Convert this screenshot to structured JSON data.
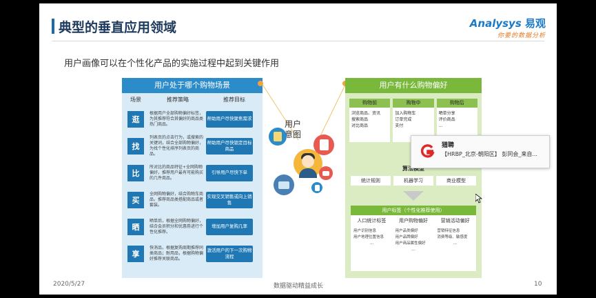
{
  "slide": {
    "title": "典型的垂直应用领域",
    "logo": {
      "brand": "nalysys",
      "brand_prefix": "A",
      "brand_cn": "易观",
      "tagline": "你要的数据分析"
    },
    "subtitle": "用户画像可以在个性化产品的实施过程中起到关键作用",
    "left_panel": {
      "header": "用户处于哪个购物场景",
      "columns": [
        "场景",
        "推荐策略",
        "推荐目标"
      ],
      "rows": [
        {
          "scene": "逛",
          "strategy": "根据用户全部购物偏好标签，为其推荐符合其偏好的商品类热门商品。",
          "goal": "帮助用户尽快聚焦需求"
        },
        {
          "scene": "找",
          "strategy": "列表页的点击行为，或搜索的关键词，结合全部购物偏好，为找个性化排序列表页的商品。",
          "goal": "帮助用户尽快锁定目标商品"
        },
        {
          "scene": "比",
          "strategy": "所对比的商品特征+全网购物偏好，推荐用户最有可能购买的几件商品。",
          "goal": "引导用户尽快下单"
        },
        {
          "scene": "买",
          "strategy": "全网购物偏好，结合购物车商品，推荐商品类搭配商品或者套装。",
          "goal": "实现交叉销售或向上销售"
        },
        {
          "scene": "晒",
          "strategy": "晒单后，根据全网购物偏好，结合会员积分和优惠券进行个性化推荐。",
          "goal": "增加用户复购几率"
        },
        {
          "scene": "享",
          "strategy": "快消品，根据复购周期推荐同类商品；耐用品，根据购物偏好推荐关联商品。",
          "goal": "激活用户的下一次购物流程"
        }
      ]
    },
    "center": {
      "label_line1": "用户",
      "label_line2": "意图"
    },
    "right_panel": {
      "header": "用户有什么购物偏好",
      "stages": [
        {
          "title": "购物前",
          "items": [
            "浏览商品、资讯",
            "搜索商品",
            "对比商品"
          ]
        },
        {
          "title": "购物中",
          "items": [
            "加入购物车",
            "订单完成",
            "支付"
          ]
        },
        {
          "title": "购物后",
          "items": [
            "晒单分享",
            "评价商品",
            "..."
          ]
        }
      ],
      "algo_title": "算法模型",
      "algos": [
        "统计规则",
        "机器学习",
        "商业模型"
      ],
      "tags_header": "用户标签（个性化推荐使用）",
      "tag_cols": [
        {
          "title": "人口统计标签",
          "items": [
            "用户识别信息",
            "用户地理位置信息"
          ],
          "tail": "..."
        },
        {
          "title": "用户购物偏好",
          "items": [
            "用户品类偏好",
            "用户品牌偏好",
            "用户商品属性偏好"
          ],
          "tail": "..."
        },
        {
          "title": "营销活动偏好",
          "items": [
            "营销特征信息",
            "消费等级、敏感度"
          ],
          "tail": "..."
        }
      ]
    },
    "footer": {
      "date": "2020/5/27",
      "center": "数据驱动精益成长",
      "page": "10"
    }
  },
  "notification": {
    "app": "猎聘",
    "message": "【HRBP_北京-朝阳区】 彭同会_来自...",
    "icon": "liepin-logo-icon"
  },
  "colors": {
    "blue": "#2c8bc9",
    "dark_blue": "#1f78b4",
    "green": "#79b83b",
    "orange": "#f0a23b"
  }
}
